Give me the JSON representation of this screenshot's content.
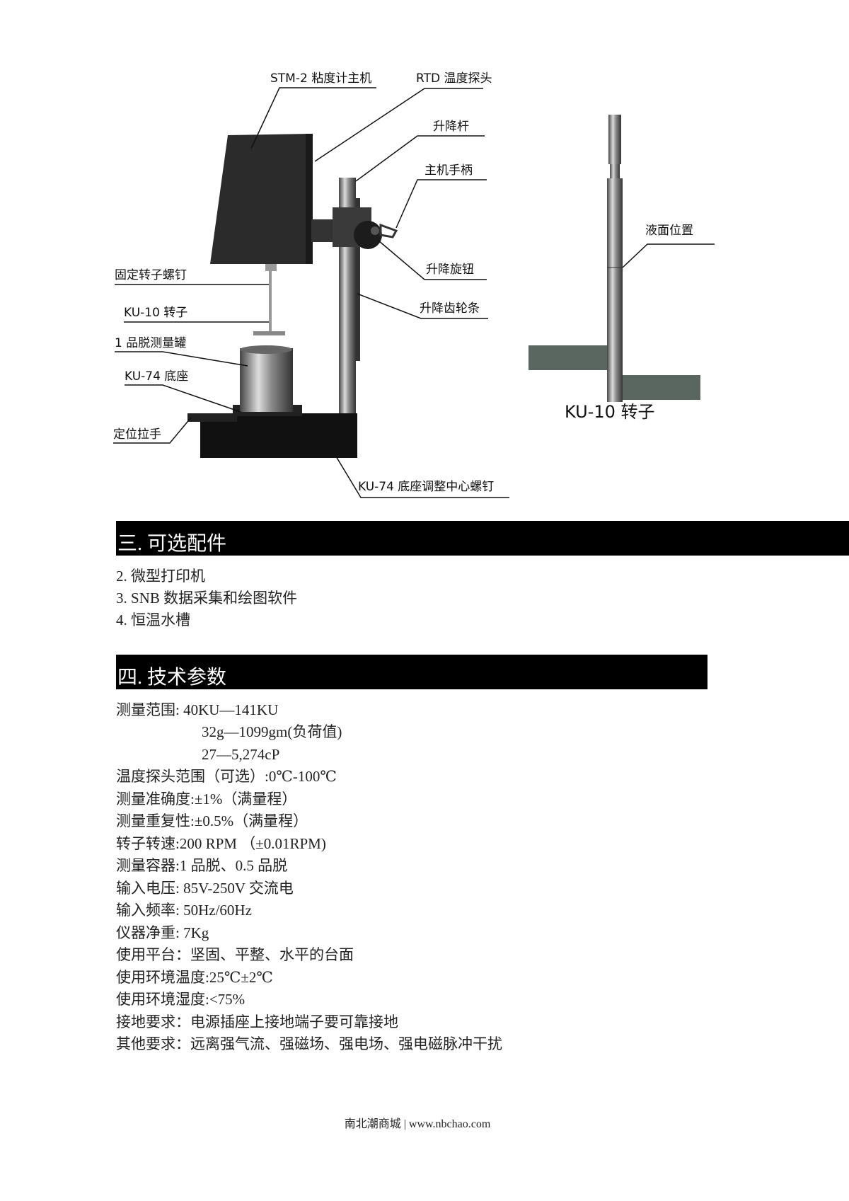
{
  "figure": {
    "labels": {
      "main_unit": "STM-2 粘度计主机",
      "rtd_probe": "RTD 温度探头",
      "lift_rod": "升降杆",
      "handle": "主机手柄",
      "lift_knob": "升降旋钮",
      "rotor_screw": "固定转子螺钉",
      "rotor": "KU-10 转子",
      "rack": "升降齿轮条",
      "cup": "1 品脱测量罐",
      "base": "KU-74 底座",
      "locator": "定位拉手",
      "center_screw": "KU-74 底座调整中心螺钉",
      "liquid_level": "液面位置",
      "rotor_caption": "KU-10 转子"
    }
  },
  "section3": {
    "title": "三. 可选配件",
    "items": [
      "2. 微型打印机",
      "3. SNB 数据采集和绘图软件",
      "4. 恒温水槽"
    ]
  },
  "section4": {
    "title": "四. 技术参数",
    "lines": [
      "测量范围: 40KU—141KU",
      "32g—1099gm(负荷值)",
      "27—5,274cP",
      "温度探头范围（可选）:0℃-100℃",
      "测量准确度:±1%（满量程）",
      "测量重复性:±0.5%（满量程）",
      "转子转速:200 RPM （±0.01RPM)",
      "测量容器:1 品脱、0.5 品脱",
      "输入电压: 85V-250V 交流电",
      "输入频率: 50Hz/60Hz",
      "仪器净重: 7Kg",
      "使用平台：坚固、平整、水平的台面",
      "使用环境温度:25℃±2℃",
      "使用环境湿度:<75%",
      "接地要求：电源插座上接地端子要可靠接地",
      "其他要求：远离强气流、强磁场、强电场、强电磁脉冲干扰"
    ]
  },
  "footer": "南北潮商城 | www.nbchao.com"
}
